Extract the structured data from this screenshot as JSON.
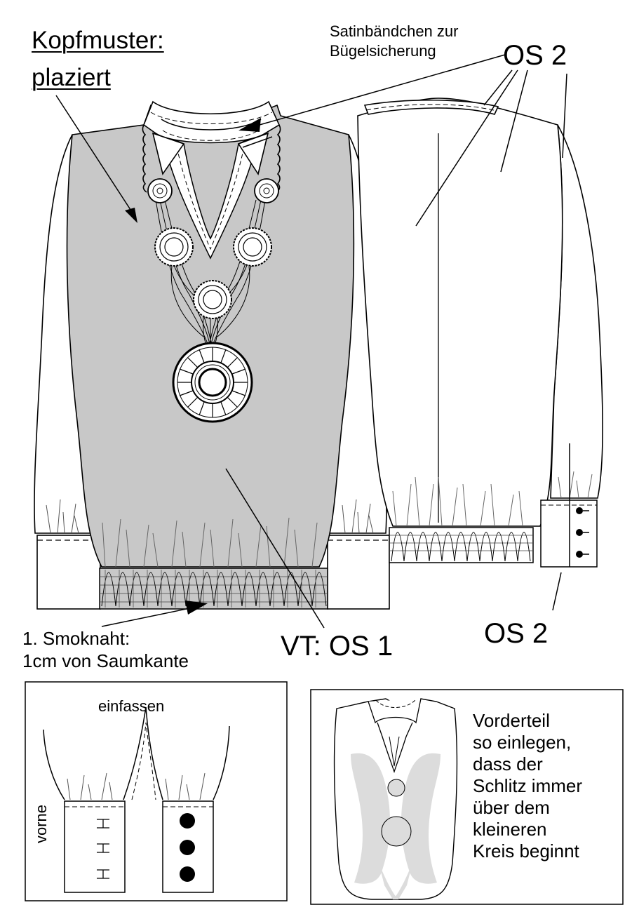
{
  "labels": {
    "pattern_title_1": "Kopfmuster:",
    "pattern_title_2": "plaziert",
    "ribbon_note_1": "Satinbändchen zur",
    "ribbon_note_2": "Bügelsicherung",
    "os2_top": "OS 2",
    "os2_cuff": "OS 2",
    "vt_os1": "VT: OS 1",
    "smock_note_1": "1. Smoknaht:",
    "smock_note_2": "1cm von Saumkante",
    "detail_einfassen": "einfassen",
    "detail_vorne": "vorne",
    "layout_note": [
      "Vorderteil",
      "so einlegen,",
      "dass der",
      "Schlitz immer",
      "über dem",
      "kleineren",
      "Kreis beginnt"
    ]
  },
  "colors": {
    "front_panel": "#c8c8c8",
    "layout_shape": "#dcdcdc",
    "line": "#000000",
    "smock_stroke": "#7a7a7a"
  }
}
